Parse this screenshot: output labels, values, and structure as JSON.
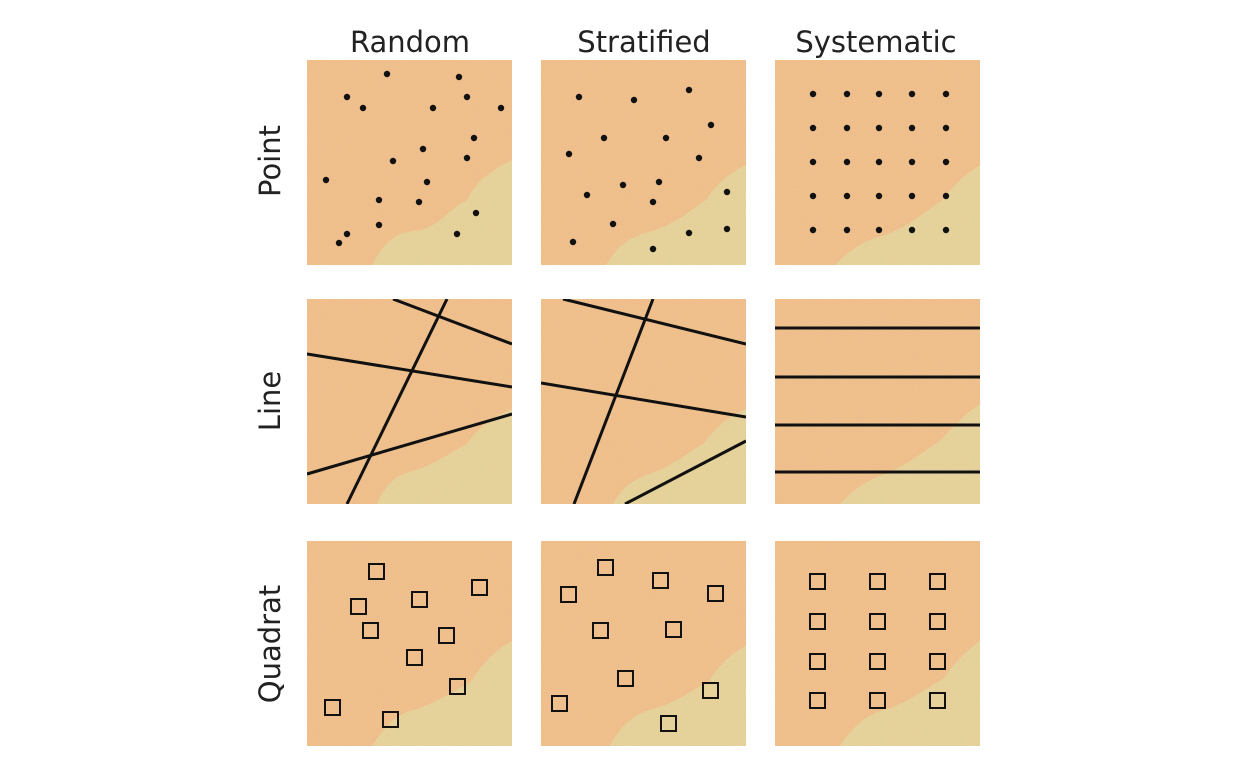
{
  "columns": [
    "Random",
    "Stratified",
    "Systematic"
  ],
  "rows": [
    "Point",
    "Line",
    "Quadrat"
  ],
  "colors": {
    "background": "#f4c592",
    "region": "#ead8a0",
    "mark": "#111111"
  },
  "panels": [
    {
      "row": "Point",
      "column": "Random",
      "type": "points"
    },
    {
      "row": "Point",
      "column": "Stratified",
      "type": "points"
    },
    {
      "row": "Point",
      "column": "Systematic",
      "type": "points"
    },
    {
      "row": "Line",
      "column": "Random",
      "type": "lines"
    },
    {
      "row": "Line",
      "column": "Stratified",
      "type": "lines"
    },
    {
      "row": "Line",
      "column": "Systematic",
      "type": "lines"
    },
    {
      "row": "Quadrat",
      "column": "Random",
      "type": "squares"
    },
    {
      "row": "Quadrat",
      "column": "Stratified",
      "type": "squares"
    },
    {
      "row": "Quadrat",
      "column": "Systematic",
      "type": "squares"
    }
  ]
}
